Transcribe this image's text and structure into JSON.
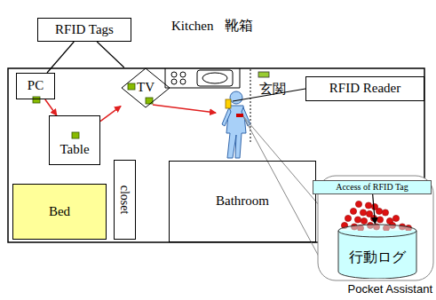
{
  "diagram": {
    "nodes": [
      {
        "text": [
          "RFID Tags"
        ]
      },
      {
        "text": [
          "PC"
        ]
      },
      {
        "text": [
          "TV"
        ]
      },
      {
        "text": [
          "RFID Reader"
        ]
      },
      {
        "text": [
          "Table"
        ]
      },
      {
        "text": [
          "Bed"
        ]
      },
      {
        "text": [
          "closet"
        ]
      },
      {
        "text": [
          "Bathroom"
        ]
      },
      {
        "text": [
          "Access of RFID Tag"
        ]
      },
      {
        "text": [
          "行動ログ"
        ]
      }
    ],
    "edges": [
      {
        "from": 0,
        "to": 1,
        "arrow": "none"
      },
      {
        "from": 0,
        "to": 2,
        "arrow": "none"
      },
      {
        "from": 1,
        "to": 4,
        "arrow": "to"
      },
      {
        "from": 4,
        "to": 2,
        "arrow": "to"
      },
      {
        "from": 8,
        "to": 9,
        "arrow": "to"
      }
    ],
    "labels": [
      "Kitchen",
      "靴箱",
      "玄関",
      "Pocket Assistant"
    ]
  }
}
